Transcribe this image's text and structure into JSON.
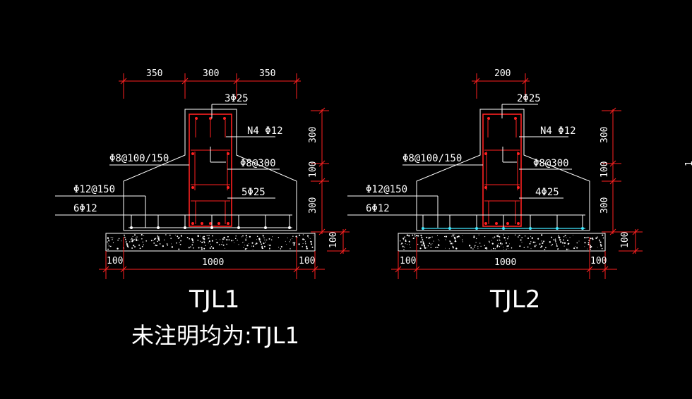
{
  "sections": [
    {
      "name": "TJL1",
      "top_dims": [
        "350",
        "300",
        "350"
      ],
      "top_bars": "3Φ25",
      "waist_bars": "N4 Φ12",
      "stirrup": "Φ8@100/150",
      "tie": "Φ8@300",
      "bottom_bars": "5Φ25",
      "slab_dist": "Φ12@150",
      "slab_main": "6Φ12",
      "right_dims": [
        "300",
        "100",
        "300"
      ],
      "pad_dim": "100",
      "bottom_dims": [
        "100",
        "1000",
        "100"
      ]
    },
    {
      "name": "TJL2",
      "top_dims": [
        "200"
      ],
      "top_bars": "2Φ25",
      "waist_bars": "N4 Φ12",
      "stirrup": "Φ8@100/150",
      "tie": "Φ8@300",
      "bottom_bars": "4Φ25",
      "slab_dist": "Φ12@150",
      "slab_main": "6Φ12",
      "right_dims": [
        "300",
        "100",
        "300"
      ],
      "pad_dim": "100",
      "bottom_dims": [
        "100",
        "1000",
        "100"
      ]
    }
  ],
  "footnote": "未注明均为:TJL1",
  "edge_mark": "1"
}
